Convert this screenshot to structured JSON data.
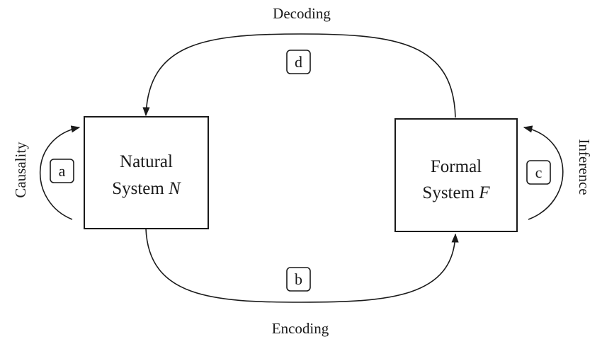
{
  "natural": {
    "line1": "Natural",
    "line2_text": "System ",
    "line2_symbol": "N"
  },
  "formal": {
    "line1": "Formal",
    "line2_text": "System ",
    "line2_symbol": "F"
  },
  "arrows": {
    "decoding": "Decoding",
    "encoding": "Encoding",
    "causality": "Causality",
    "inference": "Inference"
  },
  "tags": {
    "a": "a",
    "b": "b",
    "c": "c",
    "d": "d"
  }
}
